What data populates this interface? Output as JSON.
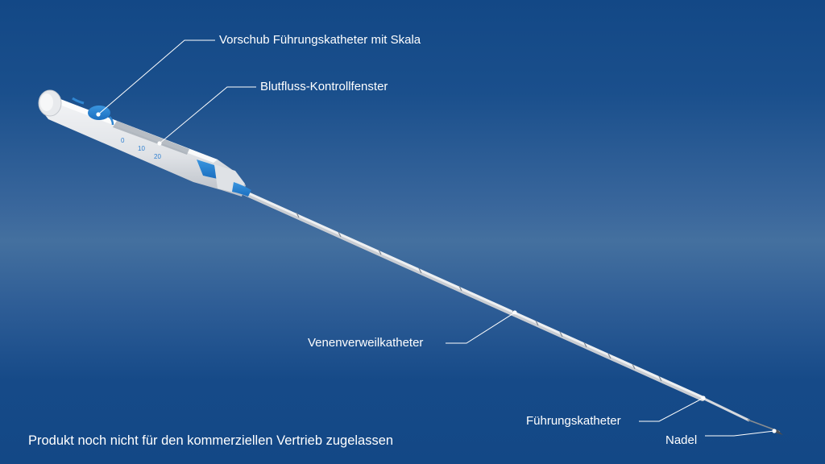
{
  "diagram": {
    "subject": "Venenverweilkatheter-System",
    "background_color": "#134886",
    "accent_color": "#2f86d2",
    "callouts": [
      {
        "id": "advance",
        "label": "Vorschub Führungskatheter mit Skala"
      },
      {
        "id": "flashback",
        "label": "Blutfluss-Kontrollfenster"
      },
      {
        "id": "catheter",
        "label": "Venenverweilkatheter"
      },
      {
        "id": "guidewire",
        "label": "Führungskatheter"
      },
      {
        "id": "needle",
        "label": "Nadel"
      }
    ],
    "scale_marks": [
      "0",
      "10",
      "20"
    ],
    "disclaimer": "Produkt noch nicht für den kommerziellen Vertrieb zugelassen"
  }
}
